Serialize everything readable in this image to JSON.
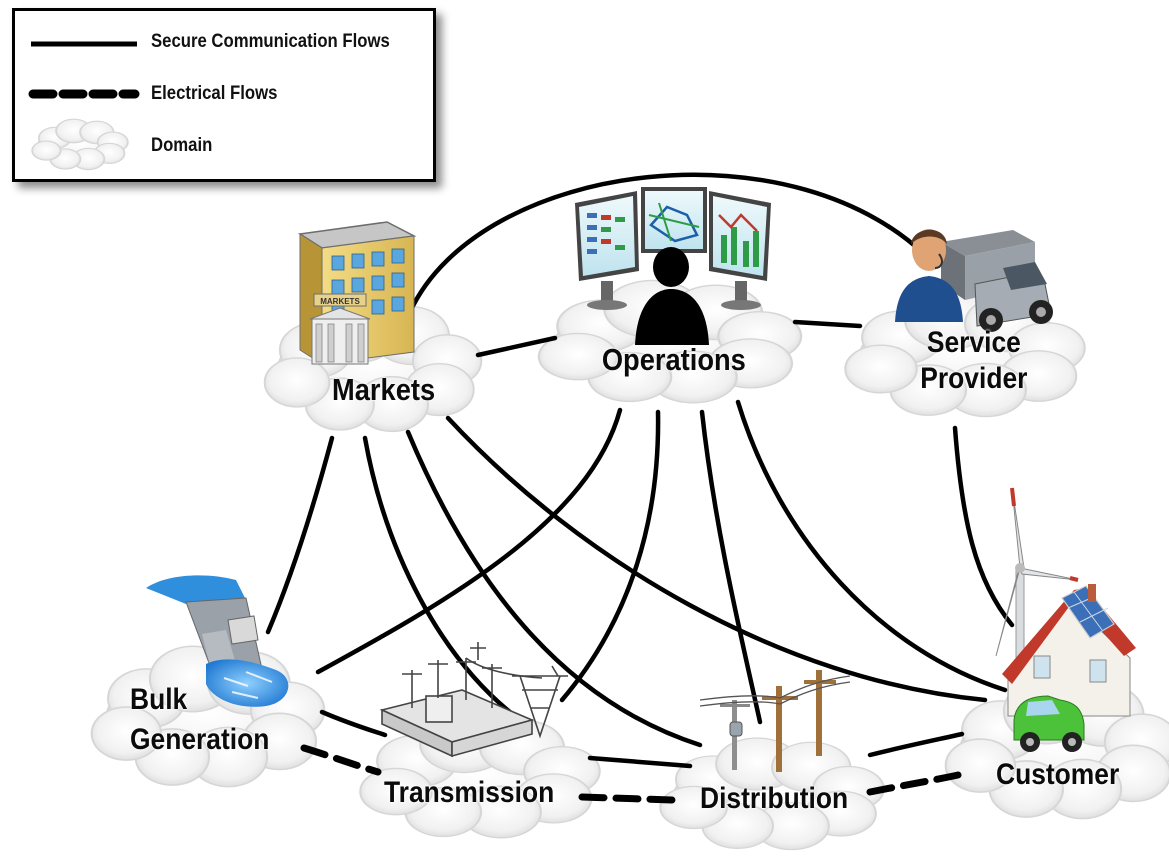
{
  "legend": {
    "secure_label": "Secure Communication Flows",
    "electrical_label": "Electrical Flows",
    "domain_label": "Domain"
  },
  "domains": {
    "markets": "Markets",
    "operations": "Operations",
    "service_provider_line1": "Service",
    "service_provider_line2": "Provider",
    "bulk_generation_line1": "Bulk",
    "bulk_generation_line2": "Generation",
    "transmission": "Transmission",
    "distribution": "Distribution",
    "customer": "Customer"
  },
  "icons": {
    "markets": "office-building-icon",
    "operations": "control-room-monitors-icon",
    "service_provider": "technician-truck-icon",
    "bulk_generation": "hydro-dam-icon",
    "transmission": "substation-tower-icon",
    "distribution": "utility-pole-icon",
    "customer": "house-solar-wind-car-icon"
  },
  "colors": {
    "line": "#000000",
    "cloud_fill": "#f2f2f2",
    "cloud_edge": "#d0d0d0",
    "roof": "#c0392b",
    "car": "#4cc23a",
    "water": "#2f8fdc",
    "screen": "#dff3f8"
  }
}
